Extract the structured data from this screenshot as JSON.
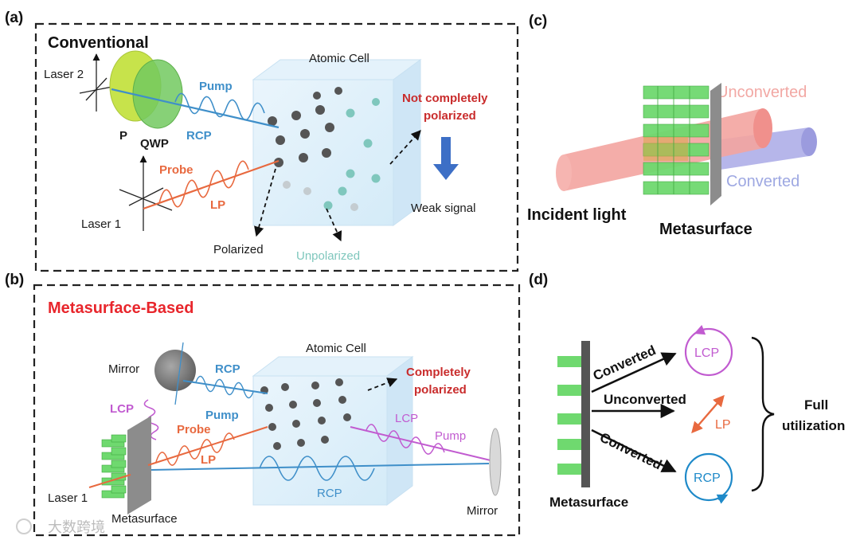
{
  "panels": {
    "a": "(a)",
    "b": "(b)",
    "c": "(c)",
    "d": "(d)"
  },
  "panel_a": {
    "heading": "Conventional",
    "laser2": "Laser 2",
    "polarizer": "P",
    "qwp": "QWP",
    "pump": "Pump",
    "rcp": "RCP",
    "atomic_cell": "Atomic Cell",
    "not_completely_line1": "Not completely",
    "not_completely_line2": "polarized",
    "probe": "Probe",
    "lp": "LP",
    "laser1": "Laser 1",
    "polarized": "Polarized",
    "unpolarized": "Unpolarized",
    "weak_signal": "Weak signal"
  },
  "panel_b": {
    "heading": "Metasurface-Based",
    "mirror_top": "Mirror",
    "rcp_top": "RCP",
    "lcp_left": "LCP",
    "pump_left": "Pump",
    "atomic_cell": "Atomic Cell",
    "completely_line1": "Completely",
    "completely_line2": "polarized",
    "probe": "Probe",
    "lp": "LP",
    "lcp_right": "LCP",
    "pump_right": "Pump",
    "rcp_bottom": "RCP",
    "laser1": "Laser 1",
    "metasurface": "Metasurface",
    "mirror_right": "Mirror"
  },
  "panel_c": {
    "unconverted": "Unconverted",
    "converted": "Converted",
    "incident": "Incident light",
    "metasurface": "Metasurface"
  },
  "panel_d": {
    "converted_top": "Converted",
    "unconverted": "Unconverted",
    "converted_bottom": "Converted",
    "lcp": "LCP",
    "lp": "LP",
    "rcp": "RCP",
    "full_line1": "Full",
    "full_line2": "utilization",
    "metasurface": "Metasurface"
  },
  "watermark": "大数跨境",
  "colors": {
    "probe": "#e8693f",
    "pump": "#3f8fc9",
    "converted_text": "#d23a3a",
    "metasurface_green": "#6fd96f",
    "lcp": "#c15bd0",
    "rcp": "#1f8ac9",
    "unpolarized": "#7fc7bd"
  }
}
